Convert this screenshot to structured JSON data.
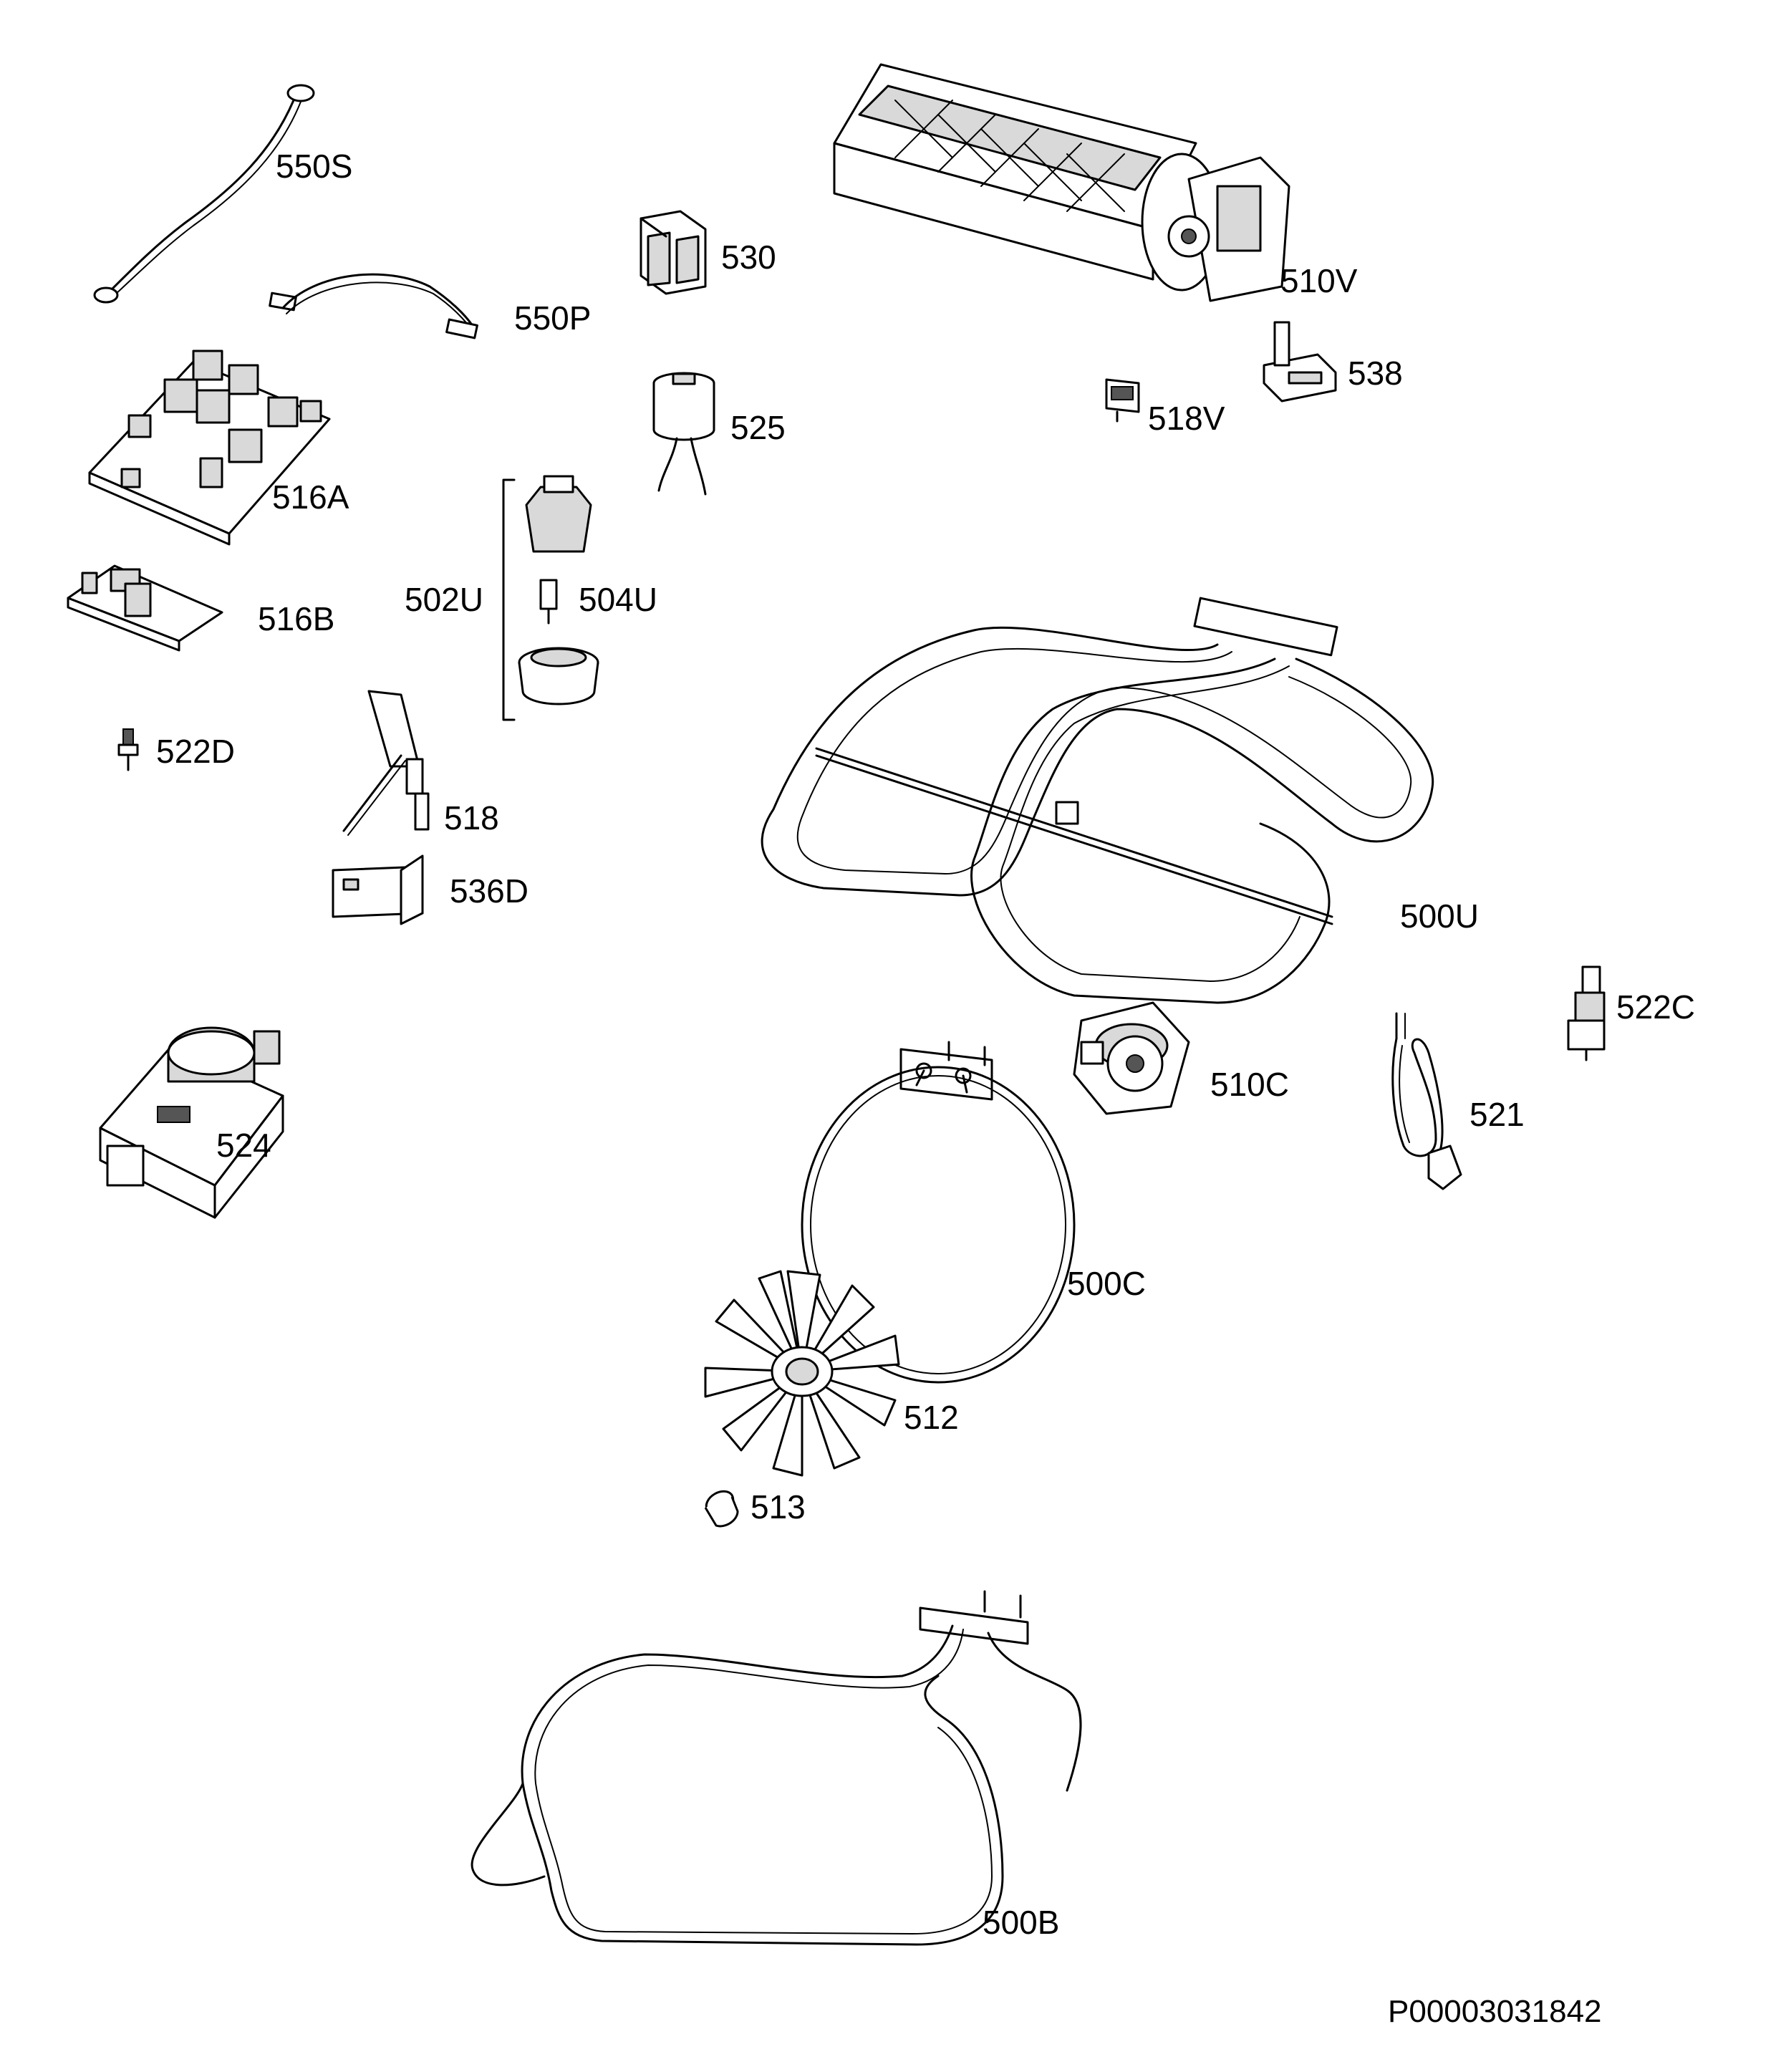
{
  "labels": {
    "p550S": "550S",
    "p550P": "550P",
    "p530": "530",
    "p510V": "510V",
    "p538": "538",
    "p518V": "518V",
    "p525": "525",
    "p516A": "516A",
    "p516B": "516B",
    "p502U": "502U",
    "p504U": "504U",
    "p522D": "522D",
    "p518": "518",
    "p536D": "536D",
    "p500U": "500U",
    "p522C": "522C",
    "p510C": "510C",
    "p521": "521",
    "p524": "524",
    "p500C": "500C",
    "p512": "512",
    "p513": "513",
    "p500B": "500B"
  },
  "document_id": "P00003031842"
}
